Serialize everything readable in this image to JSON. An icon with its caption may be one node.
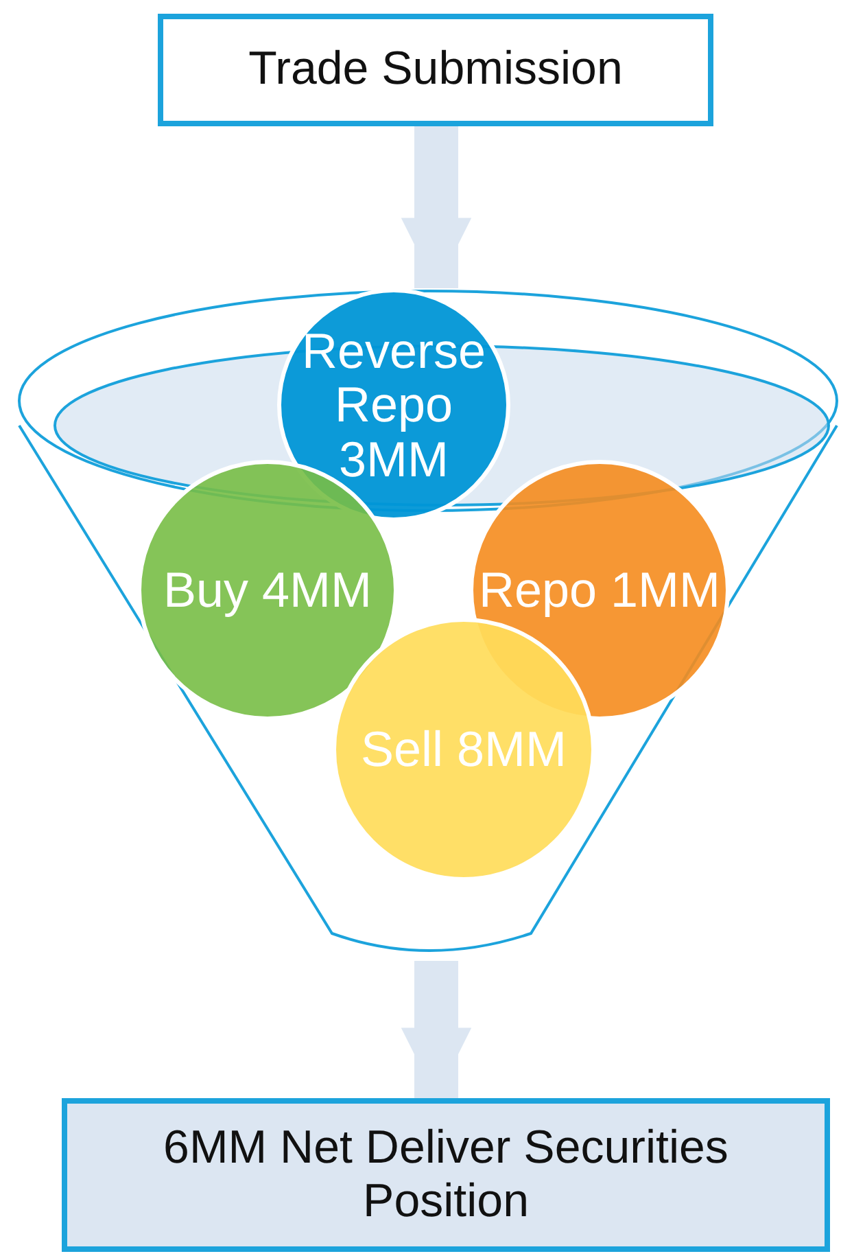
{
  "diagram": {
    "nodes": [
      {
        "text": [
          "Trade Submission"
        ]
      },
      {
        "text": [],
        "shape": "funnel"
      },
      {
        "text": [
          "Reverse Repo 3MM"
        ],
        "in": 1
      },
      {
        "text": [
          "Buy 4MM"
        ],
        "in": 1
      },
      {
        "text": [
          "Repo 1MM"
        ],
        "in": 1
      },
      {
        "text": [
          "Sell 8MM"
        ],
        "in": 1
      },
      {
        "text": [
          "6MM Net Deliver Securities Position"
        ]
      }
    ],
    "edges": [
      {
        "from": 0,
        "to": 1,
        "arrow": "to"
      },
      {
        "from": 1,
        "to": 6,
        "arrow": "to"
      }
    ]
  }
}
